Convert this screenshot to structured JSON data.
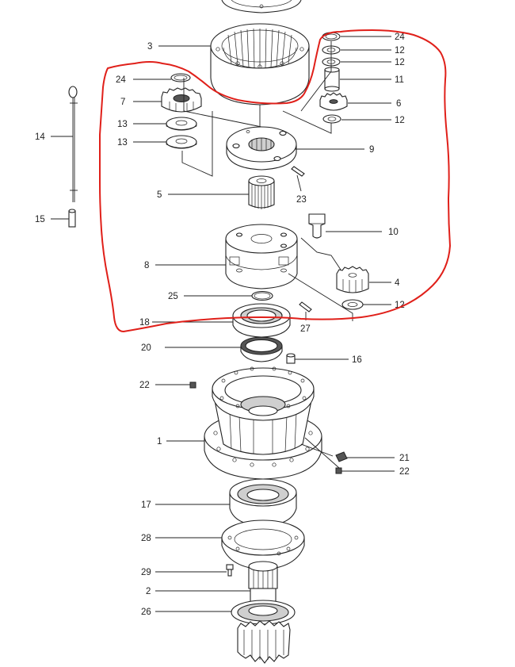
{
  "diagram": {
    "highlight_color": "#e0201a",
    "labels": [
      {
        "id": "l3",
        "text": "3"
      },
      {
        "id": "l24a",
        "text": "24"
      },
      {
        "id": "l12a",
        "text": "12"
      },
      {
        "id": "l12b",
        "text": "12"
      },
      {
        "id": "l11",
        "text": "11"
      },
      {
        "id": "l24b",
        "text": "24"
      },
      {
        "id": "l7",
        "text": "7"
      },
      {
        "id": "l6",
        "text": "6"
      },
      {
        "id": "l12c",
        "text": "12"
      },
      {
        "id": "l13a",
        "text": "13"
      },
      {
        "id": "l13b",
        "text": "13"
      },
      {
        "id": "l14",
        "text": "14"
      },
      {
        "id": "l9",
        "text": "9"
      },
      {
        "id": "l23",
        "text": "23"
      },
      {
        "id": "l5",
        "text": "5"
      },
      {
        "id": "l15",
        "text": "15"
      },
      {
        "id": "l10",
        "text": "10"
      },
      {
        "id": "l8",
        "text": "8"
      },
      {
        "id": "l4",
        "text": "4"
      },
      {
        "id": "l25",
        "text": "25"
      },
      {
        "id": "l12d",
        "text": "12"
      },
      {
        "id": "l18",
        "text": "18"
      },
      {
        "id": "l27",
        "text": "27"
      },
      {
        "id": "l20",
        "text": "20"
      },
      {
        "id": "l16",
        "text": "16"
      },
      {
        "id": "l22a",
        "text": "22"
      },
      {
        "id": "l1",
        "text": "1"
      },
      {
        "id": "l21",
        "text": "21"
      },
      {
        "id": "l22b",
        "text": "22"
      },
      {
        "id": "l17",
        "text": "17"
      },
      {
        "id": "l28",
        "text": "28"
      },
      {
        "id": "l29",
        "text": "29"
      },
      {
        "id": "l2",
        "text": "2"
      },
      {
        "id": "l26",
        "text": "26"
      }
    ]
  }
}
